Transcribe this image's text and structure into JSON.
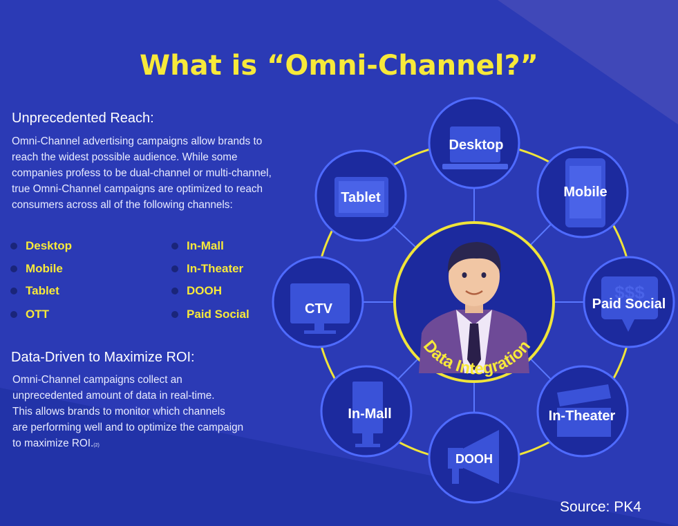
{
  "title": "What is “Omni-Channel?”",
  "reach": {
    "heading": "Unprecedented Reach:",
    "lines": [
      "Omni-Channel advertising campaigns allow brands to",
      "reach the widest possible audience. While some",
      "companies profess to be dual-channel or multi-channel,",
      "true Omni-Channel campaigns are optimized to reach",
      "consumers across all of the following channels:"
    ]
  },
  "channels_left": [
    "Desktop",
    "Mobile",
    "Tablet",
    "OTT"
  ],
  "channels_right": [
    "In-Mall",
    "In-Theater",
    "DOOH",
    "Paid Social"
  ],
  "data_driven": {
    "heading": "Data-Driven to Maximize ROI:",
    "lines": [
      "Omni-Channel campaigns collect an",
      "unprecedented amount of data in real-time.",
      "This allows brands to monitor which channels",
      "are performing well and to optimize the campaign",
      "to maximize ROI."
    ],
    "footnote": "(2)"
  },
  "center_label": "Data Integration",
  "nodes": {
    "desktop": "Desktop",
    "mobile": "Mobile",
    "paid_social": "Paid Social",
    "in_theater": "In-Theater",
    "dooh": "DOOH",
    "in_mall": "In-Mall",
    "ctv": "CTV",
    "tablet": "Tablet"
  },
  "source": "Source: PK4",
  "colors": {
    "background": "#2b3ab5",
    "accent_yellow": "#f7e93a",
    "node_fill": "#1c2a9e",
    "node_border": "#4f6bff"
  }
}
